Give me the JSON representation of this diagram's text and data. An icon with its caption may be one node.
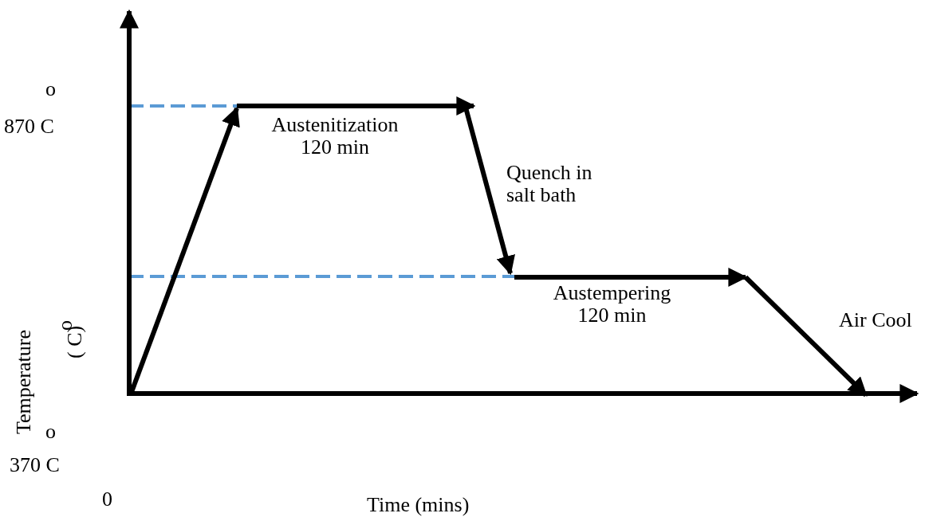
{
  "diagram": {
    "labels": [
      "o",
      "870 C",
      "Austenitization 120 min",
      "Quench in salt bath",
      "Austempering 120 min",
      "Air Cool",
      "Temperature",
      "o",
      "( C)",
      "o",
      "370 C",
      "0",
      "Time (mins)"
    ]
  }
}
